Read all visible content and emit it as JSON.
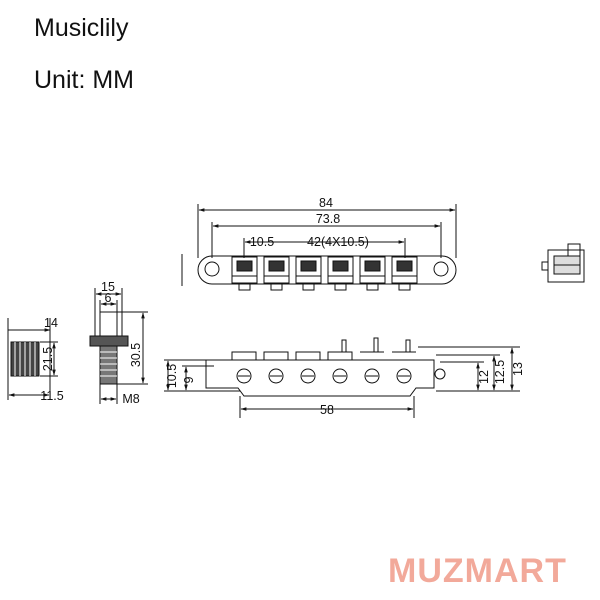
{
  "header": {
    "brand": "Musiclily",
    "unit": "Unit: MM"
  },
  "watermark": "MUZMART",
  "colors": {
    "line": "#111111",
    "watermark": "#f2a99a",
    "background": "#ffffff"
  },
  "dimensions": {
    "overall_length": "84",
    "post_spacing": "73.8",
    "saddle_offset": "10.5",
    "saddle_spacing": "42(4X10.5)",
    "wheel_width": "14",
    "wheel_height": "21.5",
    "wheel_diameter": "11.5",
    "stud_head_width": "15",
    "stud_shank_width": "6",
    "stud_length": "30.5",
    "stud_thread": "M8",
    "base_length": "58",
    "side_height_left": "10.5",
    "side_height_left_inner": "9",
    "side_height_right_a": "12",
    "side_height_right_b": "12.5",
    "side_height_right_c": "13"
  }
}
